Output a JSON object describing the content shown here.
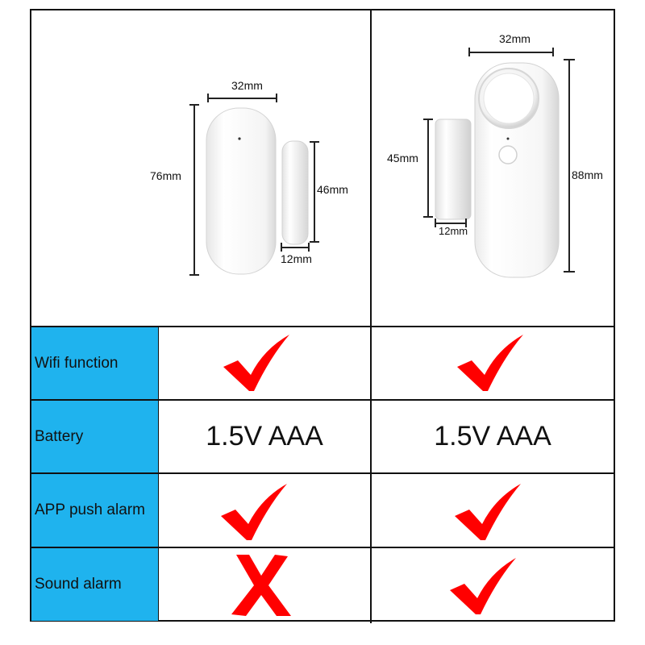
{
  "products": [
    {
      "dimensions": {
        "width": "32mm",
        "height": "76mm",
        "magnet_height": "46mm",
        "magnet_width": "12mm"
      }
    },
    {
      "dimensions": {
        "width": "32mm",
        "height": "88mm",
        "magnet_height": "45mm",
        "magnet_width": "12mm"
      }
    }
  ],
  "rows": [
    {
      "label": "Wifi function",
      "values": [
        "check",
        "check"
      ]
    },
    {
      "label": "Battery",
      "values": [
        "1.5V AAA",
        "1.5V AAA"
      ]
    },
    {
      "label": "APP push alarm",
      "values": [
        "check",
        "check"
      ]
    },
    {
      "label": "Sound alarm",
      "values": [
        "cross",
        "check"
      ]
    }
  ],
  "colors": {
    "label_background": "#1fb3ee",
    "check": "#ff0000",
    "cross": "#ff0000"
  }
}
